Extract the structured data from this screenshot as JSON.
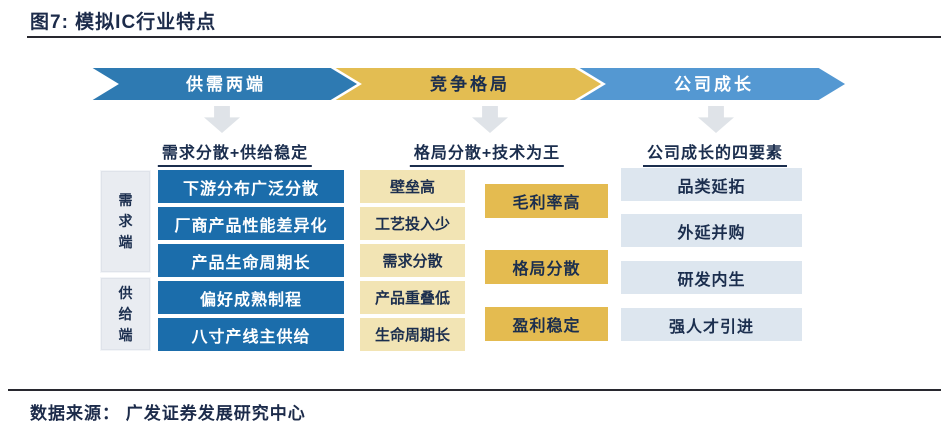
{
  "title": "图7: 模拟IC行业特点",
  "banner": {
    "stages": [
      {
        "label": "供需两端",
        "color": "#2e7ab2",
        "text_color": "#ffffff"
      },
      {
        "label": "竞争格局",
        "color": "#e3bd52",
        "text_color": "#1b2e4e"
      },
      {
        "label": "公司成长",
        "color": "#5498d2",
        "text_color": "#ffffff"
      }
    ]
  },
  "columns": {
    "left": {
      "header": "需求分散+供给稳定",
      "side_labels": [
        {
          "label": "需求端"
        },
        {
          "label": "供给端"
        }
      ],
      "rows": [
        "下游分布广泛分散",
        "厂商产品性能差异化",
        "产品生命周期长",
        "偏好成熟制程",
        "八寸产线主供给"
      ],
      "notes": [
        "壁垒高",
        "工艺投入少",
        "需求分散",
        "产品重叠低",
        "生命周期长"
      ]
    },
    "middle": {
      "header": "格局分散+技术为王",
      "results": [
        "毛利率高",
        "格局分散",
        "盈利稳定"
      ]
    },
    "right": {
      "header": "公司成长的四要素",
      "items": [
        "品类延拓",
        "外延并购",
        "研发内生",
        "强人才引进"
      ]
    }
  },
  "source": "数据来源： 广发证券发展研究中心",
  "colors": {
    "stage_blue": "#2e7ab2",
    "stage_gold": "#e3bd52",
    "stage_light_blue": "#5498d2",
    "box_dark_blue": "#1b6dab",
    "box_light_gold": "#f2e4b4",
    "box_gold": "#e4bb50",
    "box_light_blue": "#dde6ef",
    "side_label_bg": "#e9ecf1",
    "navy_text": "#1b2e4e",
    "down_arrow_gray": "#dfe3e8",
    "rule_dark": "#28282f"
  }
}
